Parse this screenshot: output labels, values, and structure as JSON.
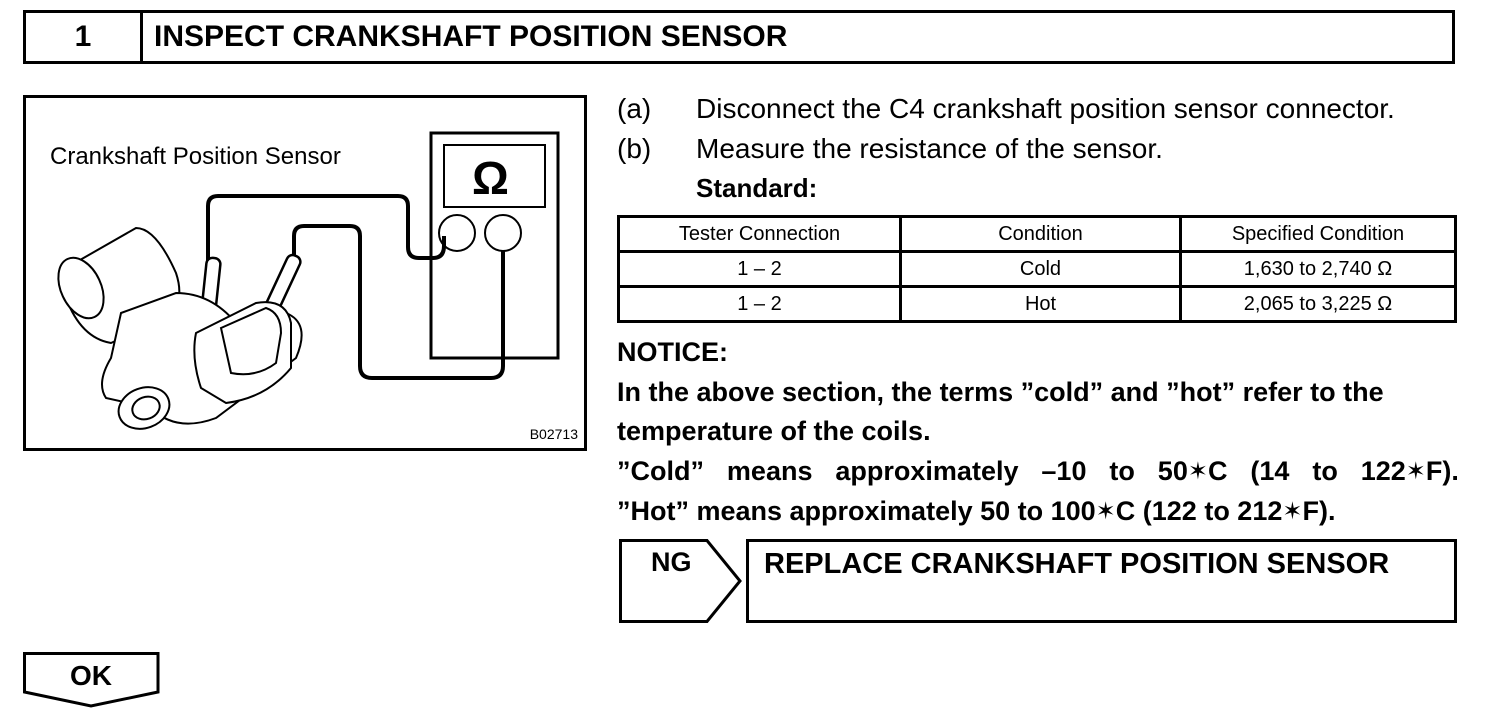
{
  "header": {
    "step_number": "1",
    "title": "INSPECT CRANKSHAFT POSITION SENSOR"
  },
  "illustration": {
    "caption": "Crankshaft Position Sensor",
    "meter_symbol": "Ω",
    "figure_code": "B02713"
  },
  "steps": [
    {
      "letter": "(a)",
      "text": "Disconnect the C4 crankshaft position sensor connector."
    },
    {
      "letter": "(b)",
      "text": "Measure the resistance of the sensor."
    }
  ],
  "standard_label": "Standard:",
  "table": {
    "headers": [
      "Tester Connection",
      "Condition",
      "Specified Condition"
    ],
    "rows": [
      [
        "1 – 2",
        "Cold",
        "1,630 to 2,740 Ω"
      ],
      [
        "1 – 2",
        "Hot",
        "2,065 to 3,225 Ω"
      ]
    ]
  },
  "notice": {
    "label": "NOTICE:",
    "line1": "In the above section, the terms ”cold” and ”hot” refer to the",
    "line2": "temperature of the coils.",
    "cold": {
      "w1": "”Cold”",
      "w2": "means",
      "w3": "approximately",
      "w4": "–10",
      "w5": "to",
      "w6a": "50",
      "w6b": "C",
      "w7": "(14",
      "w8": "to",
      "w9a": "122",
      "w9b": "F)."
    },
    "hot": "”Hot” means approximately 50 to 100",
    "hot_unit_a": "C (122 to 212",
    "hot_unit_b": "F).",
    "degree_glyph": "✶"
  },
  "ng": {
    "label": "NG",
    "action": "REPLACE CRANKSHAFT POSITION SENSOR"
  },
  "ok": {
    "label": "OK"
  }
}
